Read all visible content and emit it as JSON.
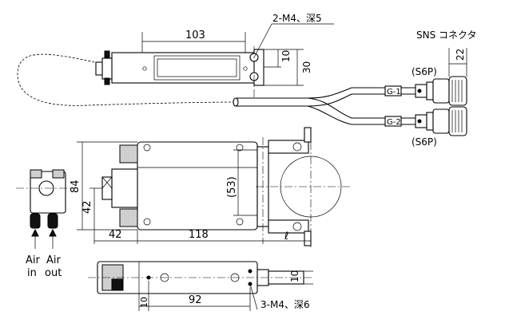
{
  "labels": {
    "top_length": "103",
    "top_tap": "2-M4、深5",
    "top_dim_small": "10",
    "top_dim_height": "30",
    "connector_title": "SNS コネクタ",
    "connector_dim": "22",
    "connector_upper": "(S6P)",
    "connector_lower": "(S6P)",
    "cable_g1": "G-1",
    "cable_g2": "G-2",
    "front_height": "84",
    "front_height_inner": "42",
    "front_pitch": "(53)",
    "front_width_left": "42",
    "front_width_main": "118",
    "front_stroke": "ℓ",
    "air_in_label": "Air\nin",
    "air_out_label": "Air\nout",
    "air_left_word1": "Air",
    "air_left_word2": "in",
    "air_right_word1": "Air",
    "air_right_word2": "out",
    "bottom_dim_left": "10",
    "bottom_dim_main": "92",
    "bottom_dim_side": "10",
    "bottom_tap": "3-M4、深6"
  }
}
